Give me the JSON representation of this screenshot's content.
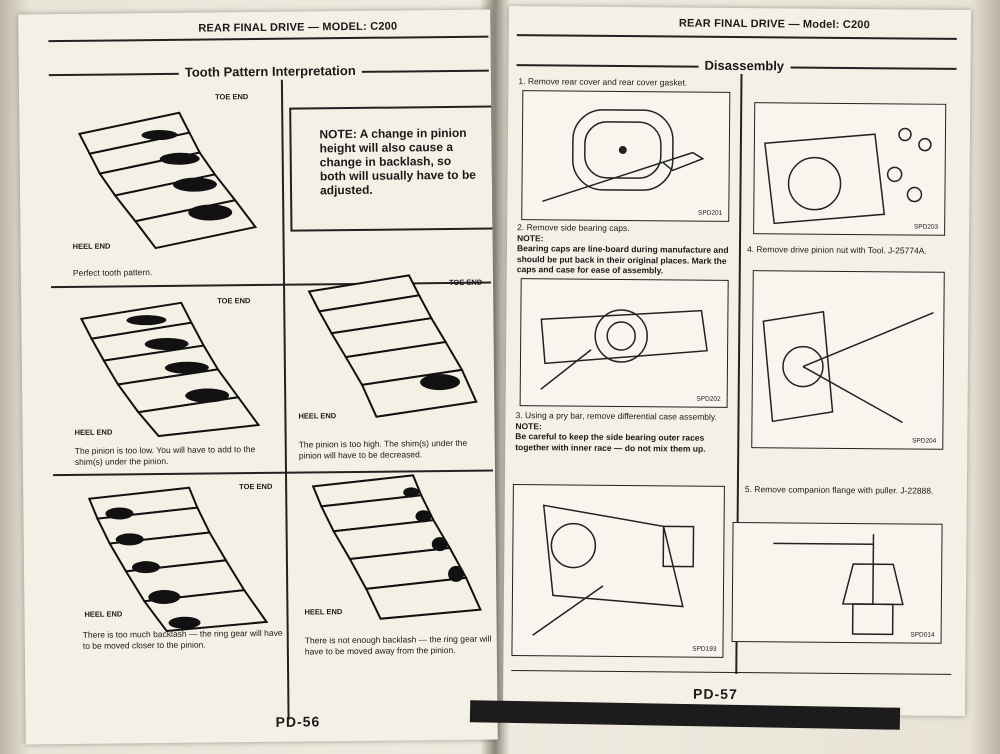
{
  "left_page": {
    "running_head": "REAR FINAL DRIVE — MODEL: C200",
    "section_title": "Tooth Pattern Interpretation",
    "note": "NOTE: A change in pinion height will also cause a change in backlash, so both will usually have to be adjusted.",
    "labels": {
      "toe_end": "TOE END",
      "heel_end": "HEEL END"
    },
    "captions": [
      "Perfect tooth pattern.",
      "The pinion is too low. You will have to add to the shim(s) under the pinion.",
      "The pinion is too high. The shim(s) under the pinion will have to be decreased.",
      "There is too much backlash — the ring gear will have to be moved closer to the pinion.",
      "There is not enough backlash — the ring gear will have to be moved away from the pinion."
    ],
    "page_number": "PD-56"
  },
  "right_page": {
    "running_head": "REAR FINAL DRIVE — Model: C200",
    "section_title": "Disassembly",
    "steps": [
      {
        "text": "1.  Remove rear cover and rear cover gasket."
      },
      {
        "text": "2.  Remove side bearing caps.",
        "note_label": "NOTE:",
        "note": "Bearing caps are line-board during manufacture and should be put back in their original places. Mark the caps and case for ease of assembly."
      },
      {
        "text": "3.  Using a pry bar, remove differential case assembly.",
        "note_label": "NOTE:",
        "note": "Be careful to keep the side bearing outer races together with inner race — do not mix them up."
      },
      {
        "text": "4.  Remove drive pinion nut with Tool. J-25774A."
      },
      {
        "text": "5.  Remove companion flange with puller. J-22888."
      }
    ],
    "figure_codes": [
      "SPD201",
      "SPD203",
      "SPD202",
      "SPD204",
      "SPD193",
      "SPD014"
    ],
    "page_number": "PD-57"
  }
}
